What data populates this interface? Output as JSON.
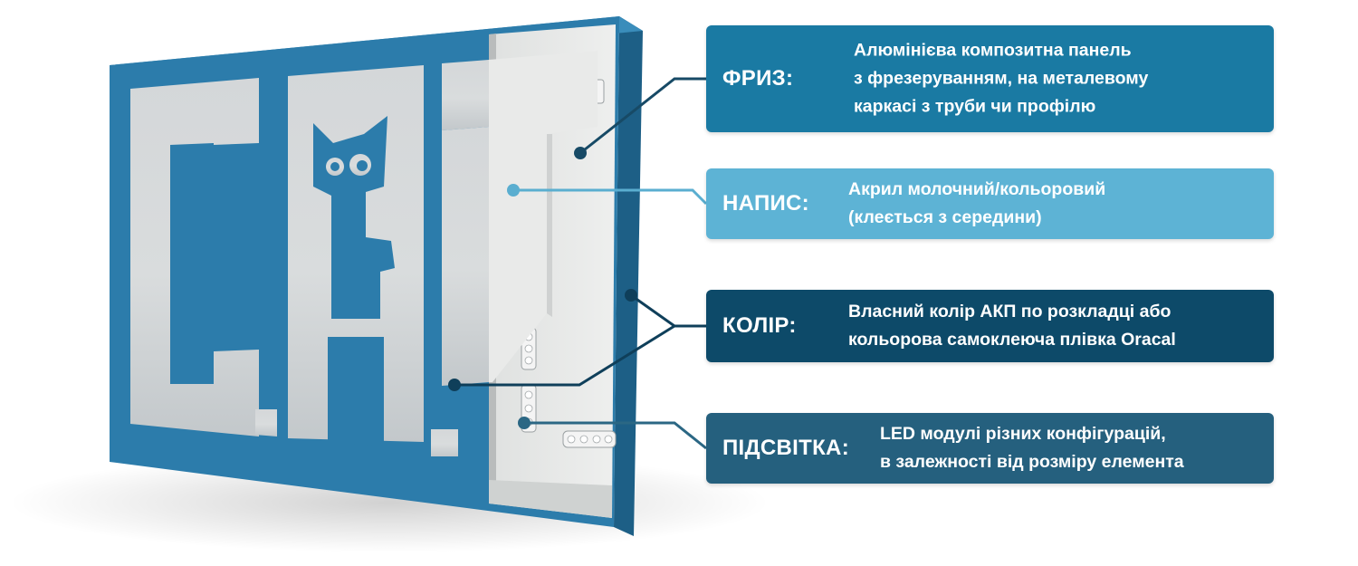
{
  "colors": {
    "frame_blue": "#2c7cab",
    "friz_bg": "#1a7aa3",
    "napys_bg": "#5db3d5",
    "kolir_bg": "#0d4a69",
    "pidsvitka_bg": "#25607e",
    "panel_white": "#e8e9e8"
  },
  "logo": {
    "text": "C.A.T"
  },
  "callouts": {
    "friz": {
      "label": "ФРИЗ:",
      "lines": [
        "Алюмінієва композитна панель",
        "з фрезеруванням, на металевому",
        "каркасі з труби чи профілю"
      ]
    },
    "napys": {
      "label": "НАПИС:",
      "lines": [
        "Акрил молочний/кольоровий",
        "(клеється з середини)"
      ]
    },
    "kolir": {
      "label": "КОЛІР:",
      "lines": [
        "Власний колір АКП по розкладці або",
        "кольорова самоклеюча плівка Oracal"
      ]
    },
    "pidsvitka": {
      "label": "ПІДСВІТКА:",
      "lines": [
        "LED модулі різних конфігурацій,",
        "в залежності від розміру елемента"
      ]
    }
  }
}
